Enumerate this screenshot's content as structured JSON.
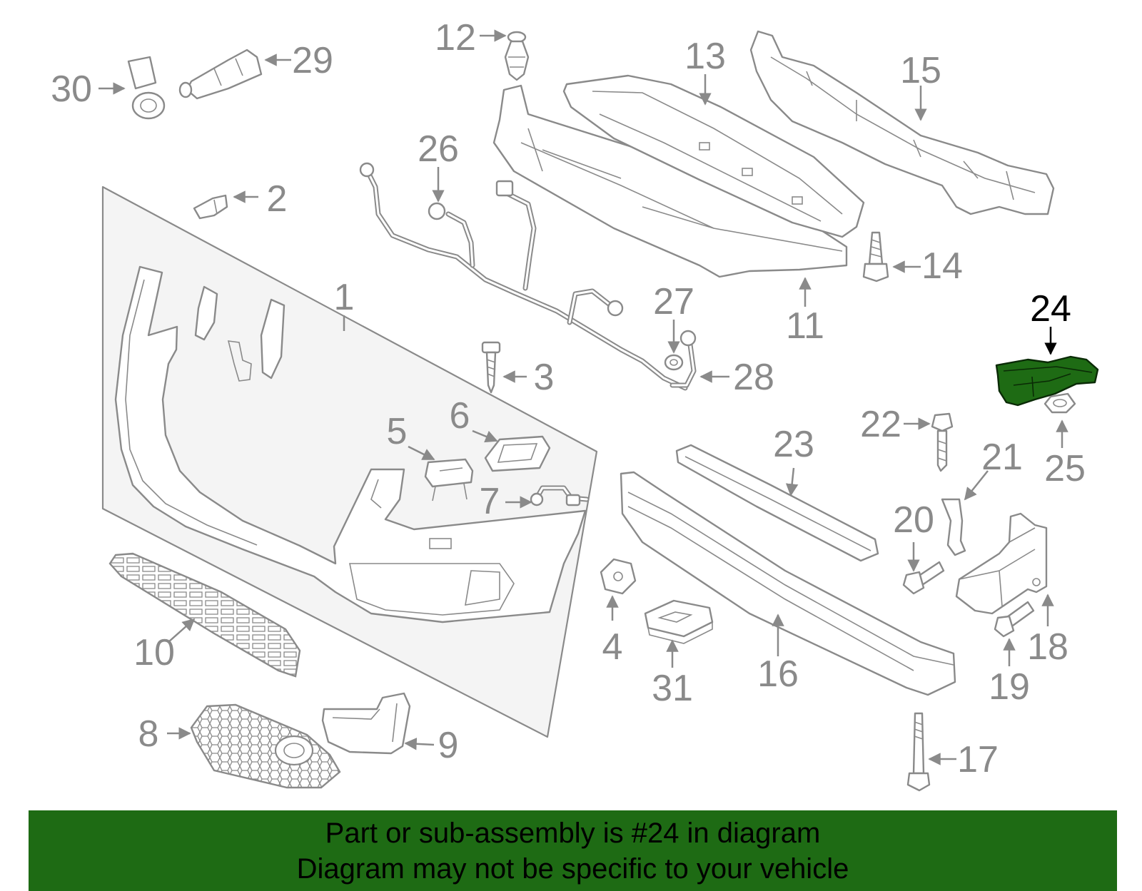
{
  "diagram": {
    "highlight_color": "#1e6b14",
    "line_color": "#8a8a8a",
    "highlighted_part": "24",
    "callouts": {
      "c1": "1",
      "c2": "2",
      "c3": "3",
      "c4": "4",
      "c5": "5",
      "c6": "6",
      "c7": "7",
      "c8": "8",
      "c9": "9",
      "c10": "10",
      "c11": "11",
      "c12": "12",
      "c13": "13",
      "c14": "14",
      "c15": "15",
      "c16": "16",
      "c17": "17",
      "c18": "18",
      "c19": "19",
      "c20": "20",
      "c21": "21",
      "c22": "22",
      "c23": "23",
      "c24": "24",
      "c25": "25",
      "c26": "26",
      "c27": "27",
      "c28": "28",
      "c29": "29",
      "c30": "30",
      "c31": "31"
    }
  },
  "banner": {
    "line1": "Part or sub-assembly is #24 in diagram",
    "line2": "Diagram may not be specific to your vehicle"
  }
}
